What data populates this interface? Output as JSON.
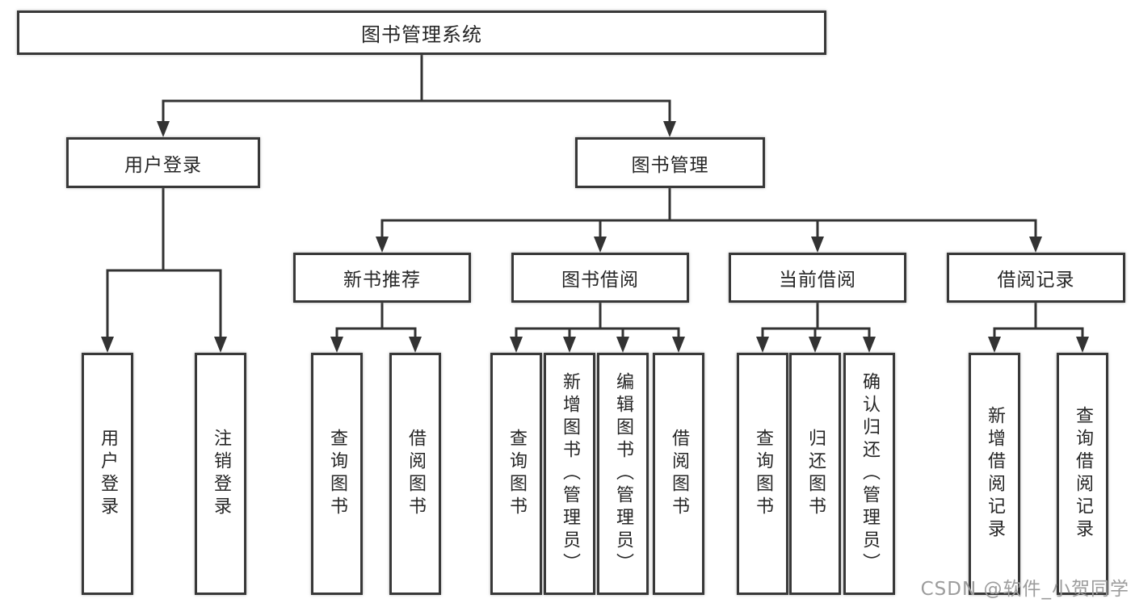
{
  "diagram": {
    "title": "图书管理系统",
    "nodes": {
      "root": {
        "label": "图书管理系统"
      },
      "level2": [
        {
          "id": "user-login",
          "label": "用户登录"
        },
        {
          "id": "book-management",
          "label": "图书管理"
        }
      ],
      "level3": [
        {
          "id": "new-book-recommend",
          "label": "新书推荐"
        },
        {
          "id": "book-borrow",
          "label": "图书借阅"
        },
        {
          "id": "current-borrow",
          "label": "当前借阅"
        },
        {
          "id": "borrow-record",
          "label": "借阅记录"
        }
      ],
      "leaves": [
        {
          "id": "user-login",
          "parent": "用户登录",
          "label": "用户登录"
        },
        {
          "id": "logout",
          "parent": "用户登录",
          "label": "注销登录"
        },
        {
          "id": "query-books-recommend",
          "parent": "新书推荐",
          "label": "查询图书"
        },
        {
          "id": "borrow-books-recommend",
          "parent": "新书推荐",
          "label": "借阅图书"
        },
        {
          "id": "query-books-borrow",
          "parent": "图书借阅",
          "label": "查询图书"
        },
        {
          "id": "add-books-admin",
          "parent": "图书借阅",
          "label": "新增图书（管理员）"
        },
        {
          "id": "edit-books-admin",
          "parent": "图书借阅",
          "label": "编辑图书（管理员）"
        },
        {
          "id": "borrow-books",
          "parent": "图书借阅",
          "label": "借阅图书"
        },
        {
          "id": "query-books-current",
          "parent": "当前借阅",
          "label": "查询图书"
        },
        {
          "id": "return-books",
          "parent": "当前借阅",
          "label": "归还图书"
        },
        {
          "id": "confirm-return-admin",
          "parent": "当前借阅",
          "label": "确认归还（管理员）"
        },
        {
          "id": "add-borrow-record",
          "parent": "借阅记录",
          "label": "新增借阅记录"
        },
        {
          "id": "query-borrow-record",
          "parent": "借阅记录",
          "label": "查询借阅记录"
        }
      ]
    },
    "watermark": {
      "text": "CSDN @软件_小贺同学"
    },
    "colors": {
      "line": "#333333",
      "box_border": "#383838",
      "box_fill": "#ffffff",
      "text": "#262626",
      "watermark": "#9c9c9c",
      "background": "#ffffff"
    }
  }
}
